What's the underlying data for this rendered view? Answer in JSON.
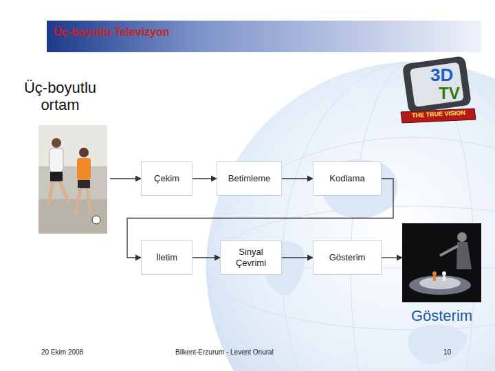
{
  "diagram": {
    "title": "Üç-boyutlu Televizyon",
    "nodes": [
      {
        "text": [
          "Üç-boyutlu ortam"
        ]
      },
      {
        "text": [
          "Çekim"
        ]
      },
      {
        "text": [
          "Betimleme"
        ]
      },
      {
        "text": [
          "Kodlama"
        ]
      },
      {
        "text": [
          "İletim"
        ]
      },
      {
        "text": [
          "Sinyal Çevrimi"
        ]
      },
      {
        "text": [
          "Gösterim"
        ]
      },
      {
        "text": [
          "Gösterim"
        ]
      }
    ],
    "edges": [
      {
        "from": 0,
        "to": 1,
        "arrow": "to"
      },
      {
        "from": 1,
        "to": 2,
        "arrow": "to"
      },
      {
        "from": 2,
        "to": 3,
        "arrow": "to"
      },
      {
        "from": 3,
        "to": 4,
        "arrow": "to"
      },
      {
        "from": 4,
        "to": 5,
        "arrow": "to"
      },
      {
        "from": 5,
        "to": 6,
        "arrow": "to"
      },
      {
        "from": 6,
        "to": 7,
        "arrow": "to"
      }
    ],
    "labels": [
      "3D",
      "TV",
      "THE TRUE VISION",
      "20 Ekim 2008",
      "Bilkent-Erzurum - Levent Onural",
      "10"
    ]
  }
}
